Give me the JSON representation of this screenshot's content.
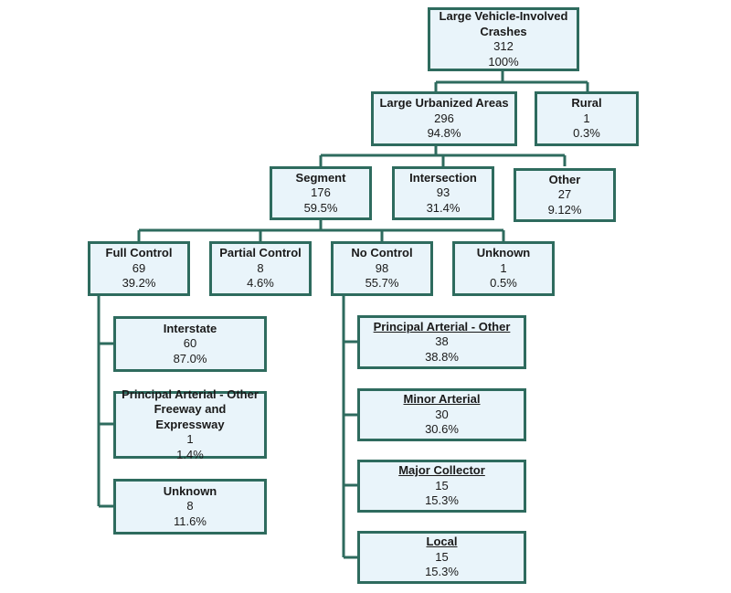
{
  "nodes": {
    "root": {
      "title": "Large Vehicle-Involved Crashes",
      "count": "312",
      "pct": "100%"
    },
    "urban": {
      "title": "Large Urbanized Areas",
      "count": "296",
      "pct": "94.8%"
    },
    "rural": {
      "title": "Rural",
      "count": "1",
      "pct": "0.3%"
    },
    "segment": {
      "title": "Segment",
      "count": "176",
      "pct": "59.5%"
    },
    "intersection": {
      "title": "Intersection",
      "count": "93",
      "pct": "31.4%"
    },
    "other": {
      "title": "Other",
      "count": "27",
      "pct": "9.12%"
    },
    "full_control": {
      "title": "Full Control",
      "count": "69",
      "pct": "39.2%"
    },
    "partial_control": {
      "title": "Partial Control",
      "count": "8",
      "pct": "4.6%"
    },
    "no_control": {
      "title": "No Control",
      "count": "98",
      "pct": "55.7%"
    },
    "unknown_ctrl": {
      "title": "Unknown",
      "count": "1",
      "pct": "0.5%"
    },
    "interstate": {
      "title": "Interstate",
      "count": "60",
      "pct": "87.0%"
    },
    "pa_freeway": {
      "title": "Principal Arterial - Other Freeway and Expressway",
      "count": "1",
      "pct": "1.4%"
    },
    "unknown_fc": {
      "title": "Unknown",
      "count": "8",
      "pct": "11.6%"
    },
    "pa_other": {
      "title": "Principal Arterial - Other",
      "count": "38",
      "pct": "38.8%"
    },
    "minor_arterial": {
      "title": "Minor Arterial",
      "count": "30",
      "pct": "30.6%"
    },
    "major_collector": {
      "title": "Major Collector",
      "count": "15",
      "pct": "15.3%"
    },
    "local": {
      "title": "Local",
      "count": "15",
      "pct": "15.3%"
    }
  },
  "colors": {
    "box_fill": "#e9f4fa",
    "box_border": "#2e6b5e",
    "connector": "#2e6b5e"
  }
}
